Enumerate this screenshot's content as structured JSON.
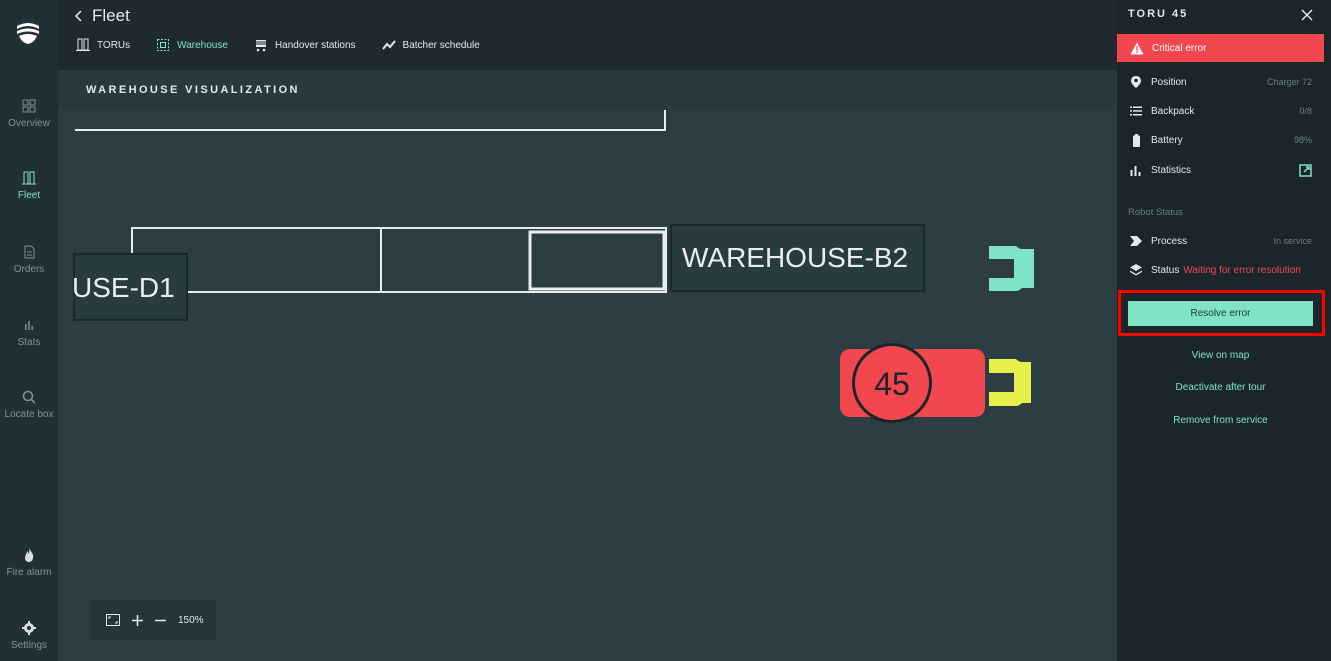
{
  "header": {
    "back_label": "Fleet",
    "tabs": [
      {
        "label": "TORUs",
        "icon": "shelf-icon"
      },
      {
        "label": "Warehouse",
        "icon": "grid-icon"
      },
      {
        "label": "Handover stations",
        "icon": "cart-icon"
      },
      {
        "label": "Batcher schedule",
        "icon": "trend-icon"
      }
    ]
  },
  "sidebar": {
    "items": [
      {
        "label": "Overview",
        "icon": "grid-icon"
      },
      {
        "label": "Fleet",
        "icon": "shelf-icon"
      },
      {
        "label": "Orders",
        "icon": "document-icon"
      },
      {
        "label": "Stats",
        "icon": "bar-chart-icon"
      },
      {
        "label": "Locate box",
        "icon": "search-icon"
      },
      {
        "label": "Fire alarm",
        "icon": "fire-icon"
      },
      {
        "label": "Settings",
        "icon": "gear-icon"
      }
    ]
  },
  "visualization": {
    "title": "WAREHOUSE VISUALIZATION",
    "labels": {
      "d1": "USE-D1",
      "b2": "WAREHOUSE-B2"
    },
    "robot_number": "45",
    "zoom_level": "150%"
  },
  "panel": {
    "title": "TORU 45",
    "error": "Critical error",
    "rows": [
      {
        "label": "Position",
        "value": "Charger 72"
      },
      {
        "label": "Backpack",
        "value": "0/8"
      },
      {
        "label": "Battery",
        "value": "98%"
      },
      {
        "label": "Statistics"
      }
    ],
    "status_section": "Robot Status",
    "process": {
      "label": "Process",
      "value": "In service"
    },
    "status": {
      "label": "Status",
      "value": "Waiting for error resolution"
    },
    "actions": {
      "resolve": "Resolve error",
      "view_map": "View on map",
      "deactivate": "Deactivate after tour",
      "remove": "Remove from service"
    }
  },
  "colors": {
    "accent": "#7fe3c8",
    "error": "#f2474f",
    "yellow": "#e6f04a"
  }
}
